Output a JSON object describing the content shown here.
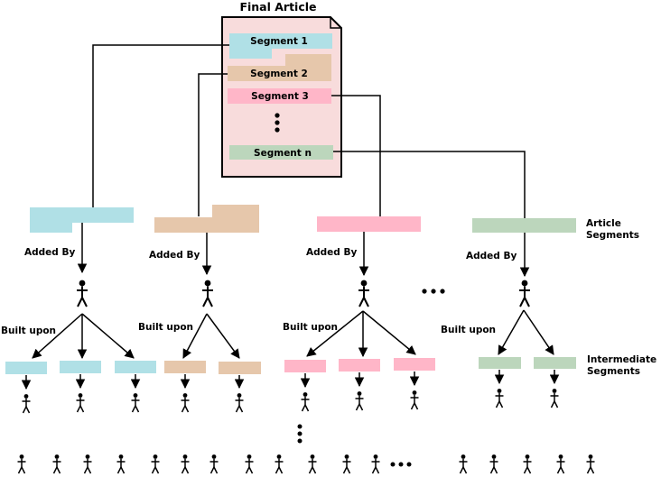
{
  "title": "Final Article",
  "segments": [
    {
      "label": "Segment 1",
      "color": "#b0e0e6"
    },
    {
      "label": "Segment 2",
      "color": "#e6c7ab"
    },
    {
      "label": "Segment 3",
      "color": "#ffb6c8"
    },
    {
      "label": "Segment n",
      "color": "#bcd6bc"
    }
  ],
  "colors": {
    "blue": "#b0e0e6",
    "tan": "#e6c7ab",
    "pink": "#ffb6c8",
    "green": "#bcd6bc",
    "document_fill": "#f8dcdc"
  },
  "labels": {
    "added_by": "Added By",
    "built_upon": "Built upon",
    "article_segments_line1": "Article",
    "article_segments_line2": "Segments",
    "intermediate_line1": "Intermediate",
    "intermediate_line2": "Segments"
  }
}
